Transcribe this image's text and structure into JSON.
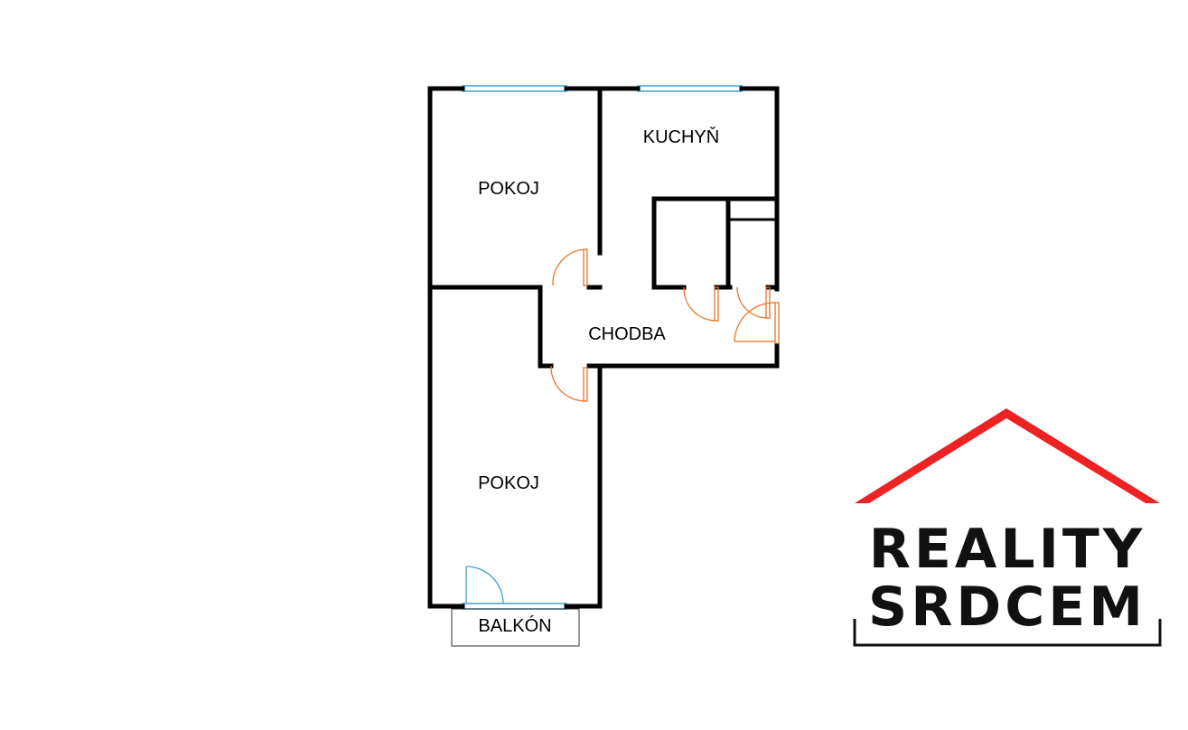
{
  "rooms": {
    "room_top": "POKOJ",
    "kitchen": "KUCHYŇ",
    "hallway": "CHODBA",
    "room_bottom": "POKOJ",
    "balcony": "BALKÓN"
  },
  "logo": {
    "line1": "REALITY",
    "line2": "SRDCEM",
    "roof_color": "#ee2222",
    "text_color": "#111111"
  },
  "colors": {
    "wall": "#000000",
    "door": "#e8742a",
    "window": "#3ea0d6"
  }
}
